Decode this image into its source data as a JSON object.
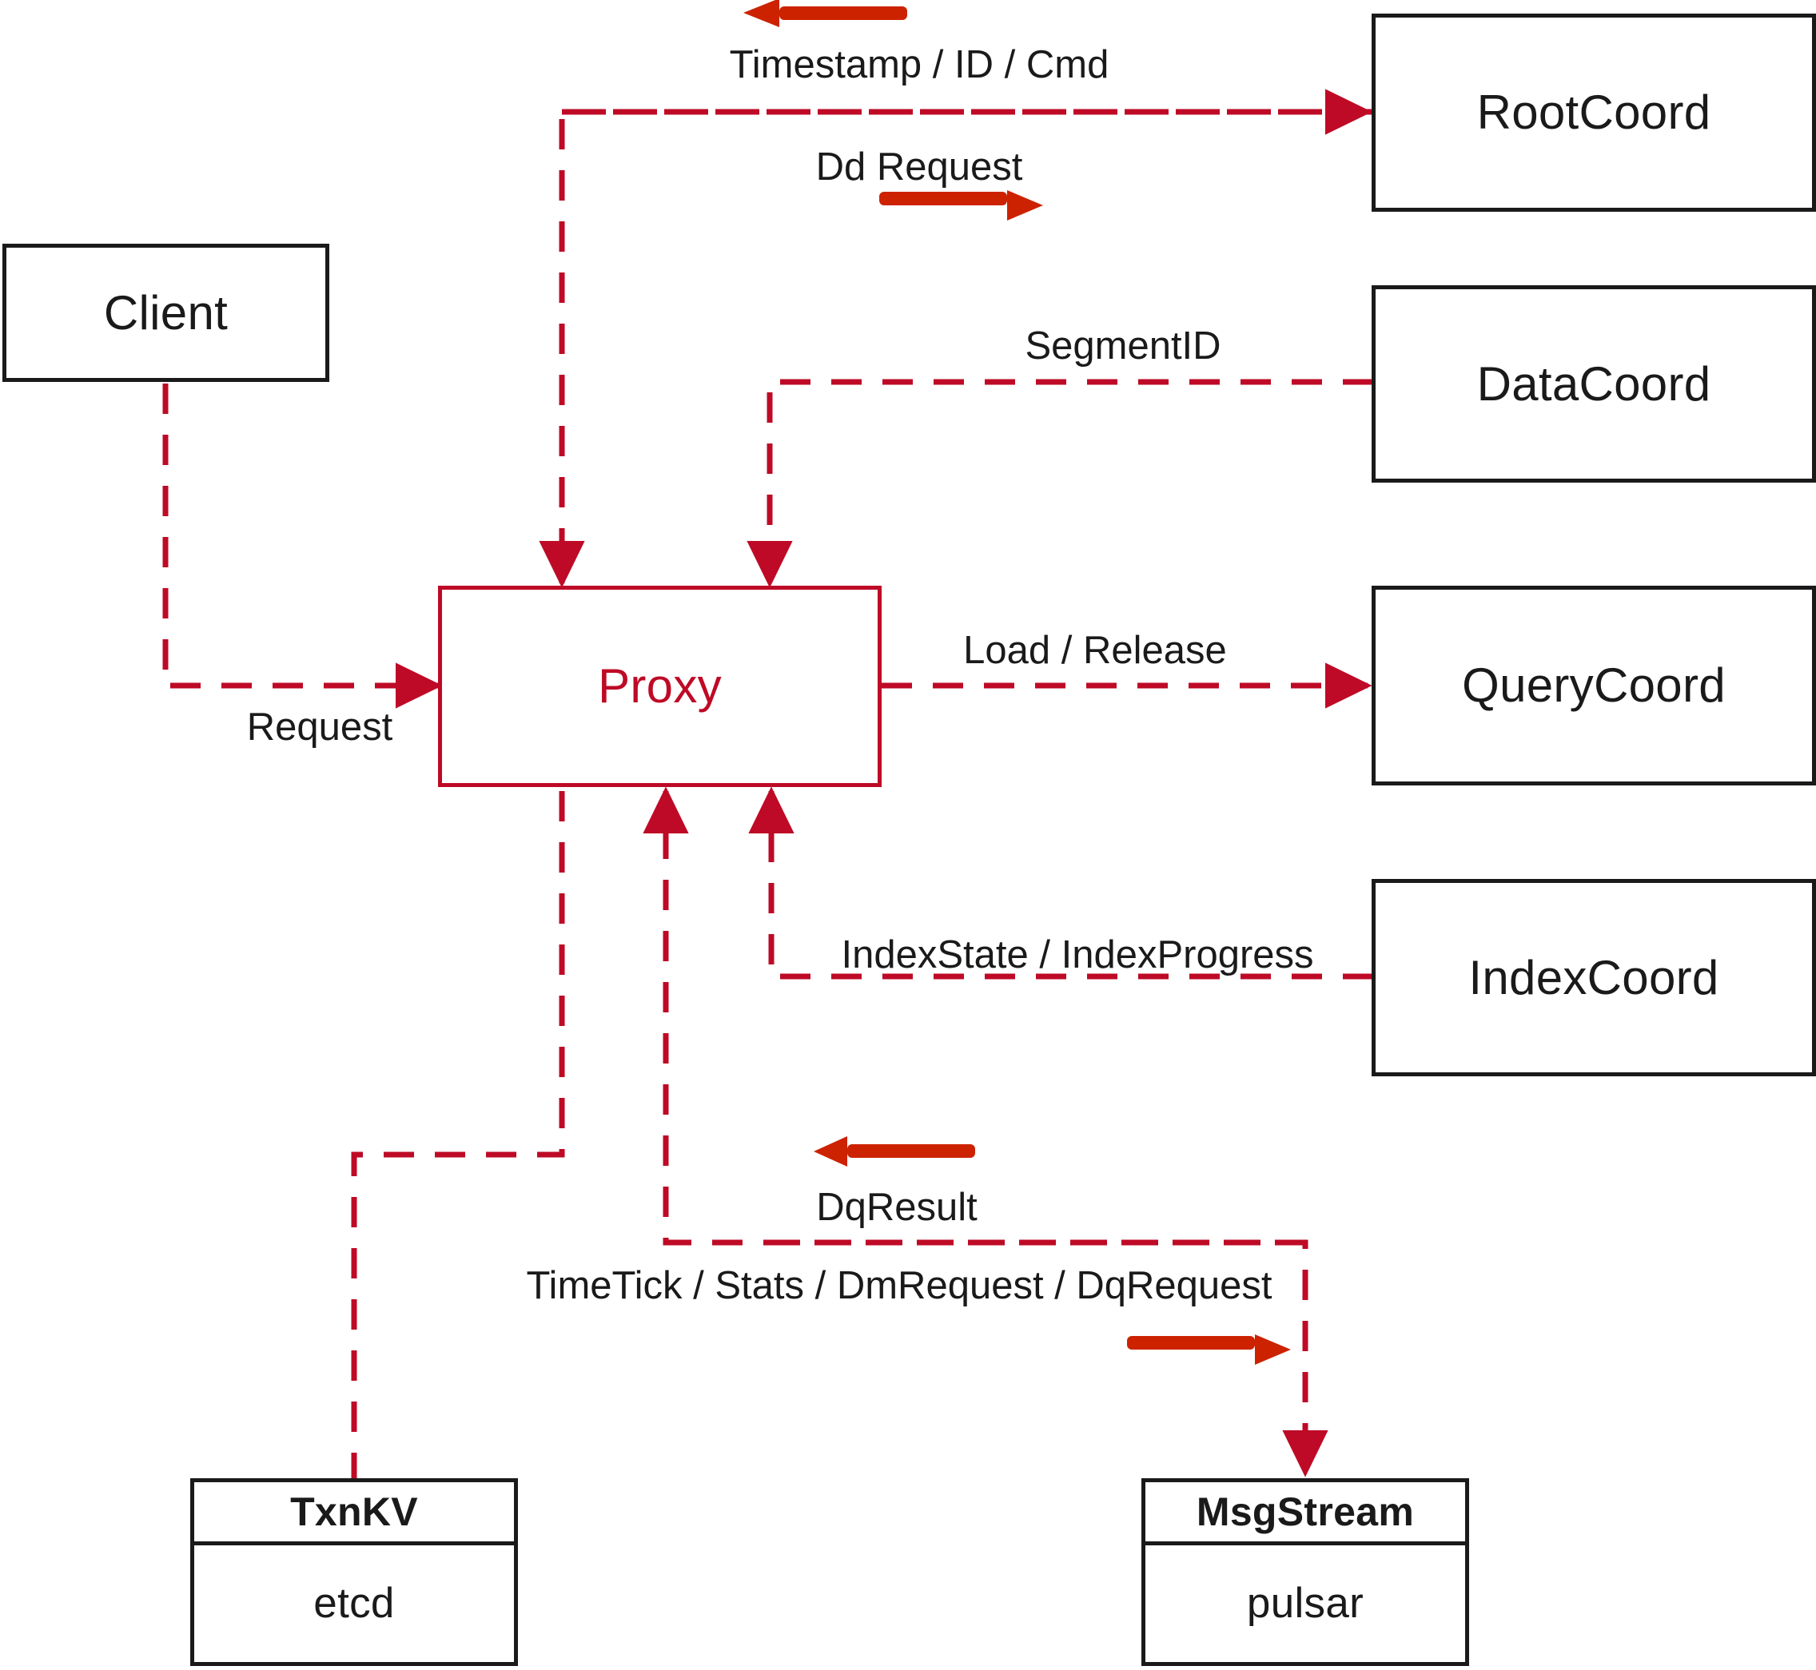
{
  "diagram": {
    "title": "Proxy component interaction diagram",
    "colors": {
      "dashed_line": "#BE0A26",
      "solid_arrow": "#CC2200",
      "node_border": "#1a1a1a",
      "proxy_border": "#BE0A26",
      "background": "#FFFFFF"
    }
  },
  "nodes": [
    {
      "id": "client",
      "label": "Client"
    },
    {
      "id": "proxy",
      "label": "Proxy"
    },
    {
      "id": "rootcoord",
      "label": "RootCoord"
    },
    {
      "id": "datacoord",
      "label": "DataCoord"
    },
    {
      "id": "querycoord",
      "label": "QueryCoord"
    },
    {
      "id": "indexcoord",
      "label": "IndexCoord"
    },
    {
      "id": "txnkv",
      "label": "TxnKV",
      "impl": "etcd"
    },
    {
      "id": "msgstream",
      "label": "MsgStream",
      "impl": "pulsar"
    }
  ],
  "edges": [
    {
      "id": "e-timestamp",
      "label": "Timestamp / ID / Cmd",
      "from": "rootcoord",
      "to": "proxy"
    },
    {
      "id": "e-ddrequest",
      "label": "Dd Request",
      "from": "proxy",
      "to": "rootcoord"
    },
    {
      "id": "e-segmentid",
      "label": "SegmentID",
      "from": "datacoord",
      "to": "proxy"
    },
    {
      "id": "e-request",
      "label": "Request",
      "from": "client",
      "to": "proxy"
    },
    {
      "id": "e-loadrel",
      "label": "Load / Release",
      "from": "proxy",
      "to": "querycoord"
    },
    {
      "id": "e-indexst",
      "label": "IndexState / IndexProgress",
      "from": "indexcoord",
      "to": "proxy"
    },
    {
      "id": "e-dqresult",
      "label": "DqResult",
      "from": "msgstream",
      "to": "proxy"
    },
    {
      "id": "e-timetick",
      "label": "TimeTick / Stats / DmRequest / DqRequest",
      "from": "proxy",
      "to": "msgstream"
    },
    {
      "id": "e-txnkv",
      "label": "",
      "from": "proxy",
      "to": "txnkv"
    }
  ]
}
